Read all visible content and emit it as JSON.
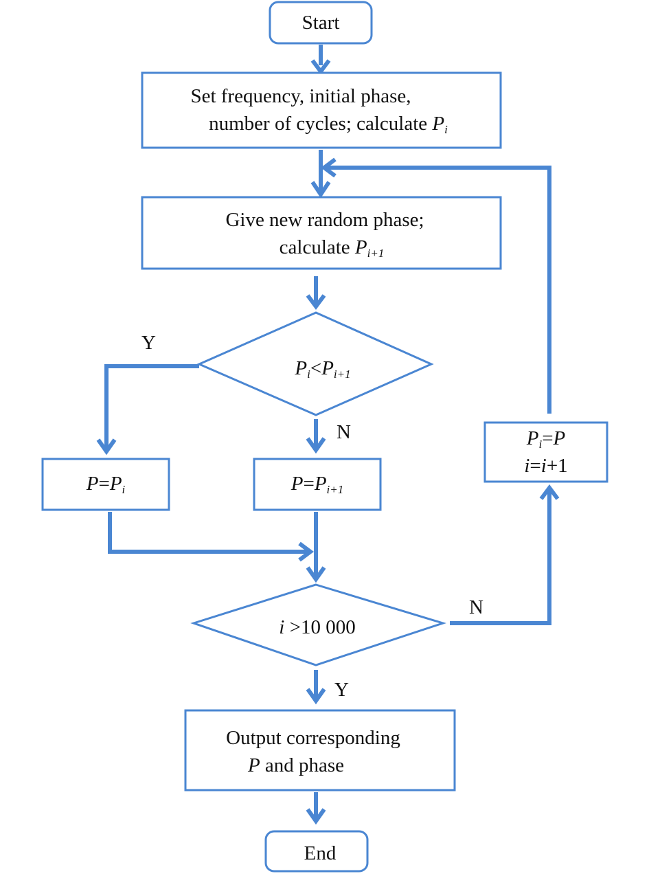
{
  "flowchart": {
    "start": {
      "label": "Start"
    },
    "set_step": {
      "line1": "Set frequency, initial phase,",
      "line2_prefix": "number of cycles; calculate ",
      "var": "P",
      "sub": "i"
    },
    "random_step": {
      "line1": "Give new random phase;",
      "line2_prefix": "calculate ",
      "var": "P",
      "sub": "i+1"
    },
    "compare_decision": {
      "left_var": "P",
      "left_sub": "i",
      "op": "<",
      "right_var": "P",
      "right_sub": "i+1"
    },
    "assign_pi": {
      "lhs": "P",
      "eq": "=",
      "rhs_var": "P",
      "rhs_sub": "i"
    },
    "assign_pi1": {
      "lhs": "P",
      "eq": "=",
      "rhs_var": "P",
      "rhs_sub": "i+1"
    },
    "update_step": {
      "line1_var": "P",
      "line1_sub": "i",
      "line1_eq": "=",
      "line1_rhs": "P",
      "line2_a": "i",
      "line2_eq": "=",
      "line2_b": "i",
      "line2_rest": "+1"
    },
    "count_decision": {
      "var": "i",
      "rest": " >10 000"
    },
    "output_step": {
      "line1": "Output corresponding",
      "line2_var": "P",
      "line2_rest": " and phase"
    },
    "end": {
      "label": "End"
    },
    "branch_labels": {
      "compare_yes": "Y",
      "compare_no": "N",
      "count_no": "N",
      "count_yes": "Y"
    },
    "colors": {
      "accent": "#4a86d2"
    }
  }
}
